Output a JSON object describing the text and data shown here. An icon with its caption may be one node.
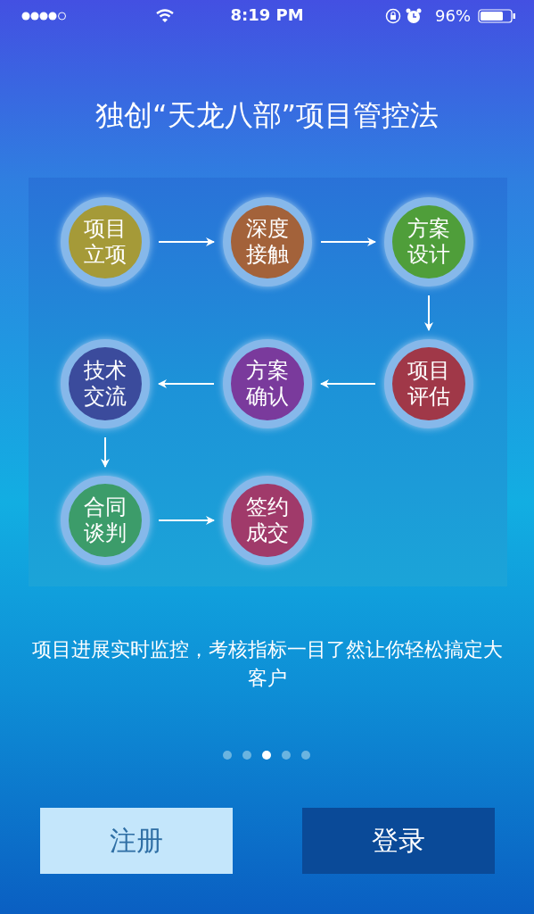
{
  "diagram": {
    "title": "独创“天龙八部”项目管控法",
    "nodes": [
      {
        "text": [
          "项目立项"
        ]
      },
      {
        "text": [
          "深度接触"
        ]
      },
      {
        "text": [
          "方案设计"
        ]
      },
      {
        "text": [
          "项目评估"
        ]
      },
      {
        "text": [
          "方案确认"
        ]
      },
      {
        "text": [
          "技术交流"
        ]
      },
      {
        "text": [
          "合同谈判"
        ]
      },
      {
        "text": [
          "签约成交"
        ]
      },
      {
        "text": [
          "注册"
        ]
      },
      {
        "text": [
          "登录"
        ]
      }
    ],
    "edges": [
      {
        "from": 0,
        "to": 1,
        "arrow": "to"
      },
      {
        "from": 1,
        "to": 2,
        "arrow": "to"
      },
      {
        "from": 2,
        "to": 3,
        "arrow": "to"
      },
      {
        "from": 3,
        "to": 4,
        "arrow": "to"
      },
      {
        "from": 4,
        "to": 5,
        "arrow": "to"
      },
      {
        "from": 5,
        "to": 6,
        "arrow": "to"
      },
      {
        "from": 6,
        "to": 7,
        "arrow": "to"
      }
    ],
    "labels": [
      "8:19 PM",
      "96%",
      "项目进展实时监控，考核指标一目了然让你轻松搞定大客户"
    ]
  }
}
